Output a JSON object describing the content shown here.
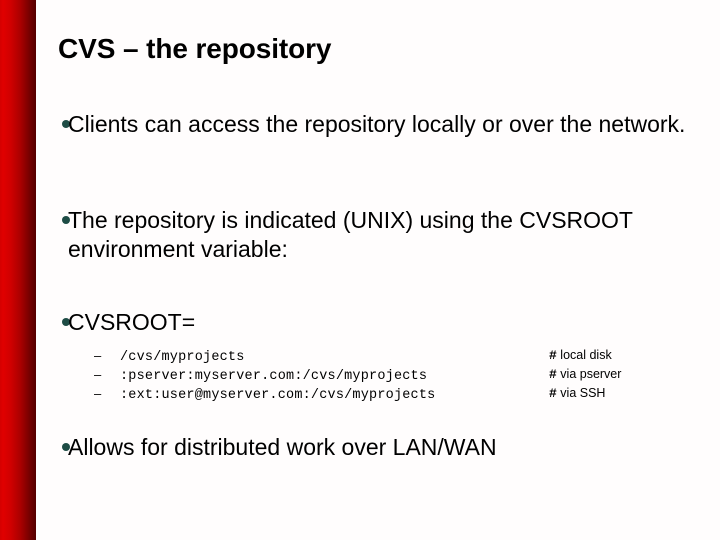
{
  "slide": {
    "title": "CVS – the repository",
    "background_color": "#fffdfd",
    "accent_bar_color_start": "#d40000",
    "accent_bar_color_end": "#550000",
    "bullet_color": "#1e4c45",
    "text_color": "#000000"
  },
  "bullets": [
    {
      "text": "Clients can access the repository locally or over the network."
    },
    {
      "text": "The repository is indicated (UNIX) using the CVSROOT environment variable:"
    },
    {
      "text": "CVSROOT="
    },
    {
      "text": "Allows for distributed work over LAN/WAN"
    }
  ],
  "sub_items": [
    {
      "dash": "–",
      "code": "/cvs/myprojects",
      "hash": "#",
      "comment": " local disk"
    },
    {
      "dash": "–",
      "code": ":pserver:myserver.com:/cvs/myprojects",
      "hash": "#",
      "comment": " via pserver"
    },
    {
      "dash": "–",
      "code": ":ext:user@myserver.com:/cvs/myprojects",
      "hash": "#",
      "comment": " via SSH"
    }
  ]
}
